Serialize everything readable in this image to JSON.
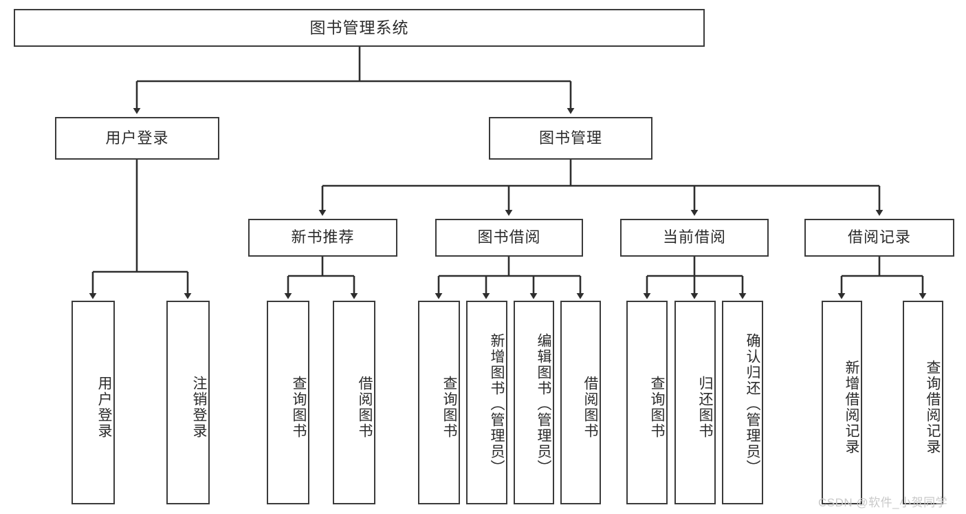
{
  "diagram": {
    "title": "图书管理系统",
    "root": {
      "label": "图书管理系统"
    },
    "level2": [
      {
        "label": "用户登录"
      },
      {
        "label": "图书管理"
      }
    ],
    "level3": [
      {
        "label": "新书推荐"
      },
      {
        "label": "图书借阅"
      },
      {
        "label": "当前借阅"
      },
      {
        "label": "借阅记录"
      }
    ],
    "leaves": {
      "user_login": [
        {
          "label": "用户登录"
        },
        {
          "label": "注销登录"
        }
      ],
      "new_book_recommend": [
        {
          "label": "查询图书"
        },
        {
          "label": "借阅图书"
        }
      ],
      "book_borrow": [
        {
          "label": "查询图书"
        },
        {
          "label": "新增图书（管理员）"
        },
        {
          "label": "编辑图书（管理员）"
        },
        {
          "label": "借阅图书"
        }
      ],
      "current_borrow": [
        {
          "label": "查询图书"
        },
        {
          "label": "归还图书"
        },
        {
          "label": "确认归还（管理员）"
        }
      ],
      "borrow_record": [
        {
          "label": "新增借阅记录"
        },
        {
          "label": "查询借阅记录"
        }
      ]
    },
    "watermark": "CSDN @软件_小贺同学",
    "colors": {
      "stroke": "#3a3a3a",
      "text": "#2b2b2b",
      "background": "#ffffff",
      "watermark": "#c9c9c9"
    }
  }
}
